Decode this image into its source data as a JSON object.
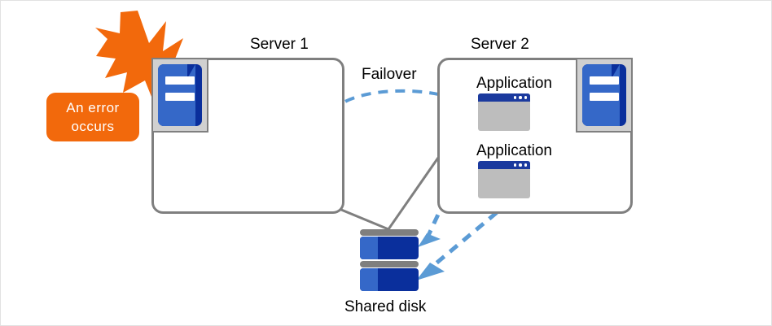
{
  "diagram": {
    "title_server1": "Server 1",
    "title_server2": "Server 2",
    "failover_label": "Failover",
    "shared_disk_label": "Shared disk",
    "error_line1": "An error",
    "error_line2": "occurs",
    "app1_label": "Application",
    "app2_label": "Application"
  },
  "colors": {
    "accent_orange": "#f2690c",
    "arrow_blue": "#5b9bd5",
    "icon_blue_light": "#3568c8",
    "icon_blue_dark": "#0a2f9c",
    "app_titlebar": "#1b3a9e",
    "app_body": "#bdbdbd",
    "outline_gray": "#7f7f7f",
    "icon_frame_gray": "#d0d0d0",
    "canvas_border": "#e2e2e2"
  },
  "icons": {
    "error_burst": "lightning-burst-icon",
    "server1": "server-tower-icon",
    "server2": "server-tower-icon",
    "app1": "application-window-icon",
    "app2": "application-window-icon",
    "disk": "shared-disk-icon",
    "failover_arrow": "failover-curved-dashed-arrow",
    "disk_arrow_1": "app-to-disk-dashed-arrow",
    "disk_arrow_2": "app-to-disk-dashed-arrow",
    "server1_disk_link": "server1-to-disk-line",
    "server2_disk_link": "server2-to-disk-line"
  }
}
